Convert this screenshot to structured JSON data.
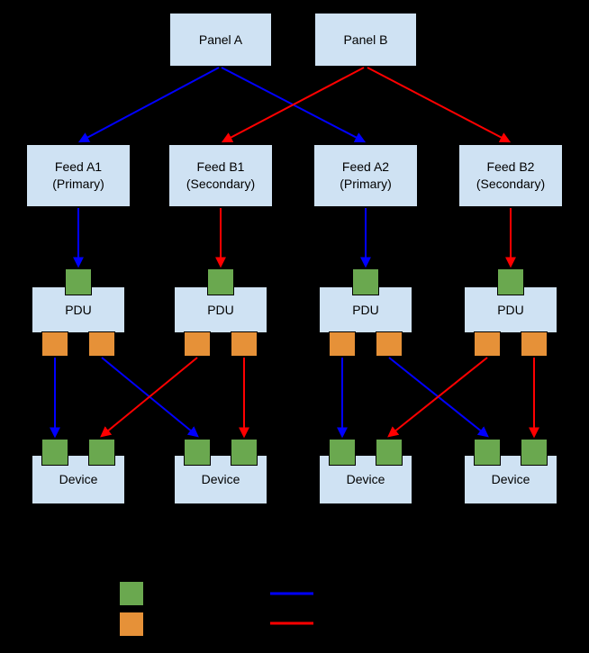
{
  "diagram": {
    "panels": [
      {
        "label": "Panel A"
      },
      {
        "label": "Panel B"
      }
    ],
    "feeds": [
      {
        "line1": "Feed A1",
        "line2": "(Primary)"
      },
      {
        "line1": "Feed B1",
        "line2": "(Secondary)"
      },
      {
        "line1": "Feed A2",
        "line2": "(Primary)"
      },
      {
        "line1": "Feed B2",
        "line2": "(Secondary)"
      }
    ],
    "pdus": [
      {
        "label": "PDU"
      },
      {
        "label": "PDU"
      },
      {
        "label": "PDU"
      },
      {
        "label": "PDU"
      }
    ],
    "devices": [
      {
        "label": "Device"
      },
      {
        "label": "Device"
      },
      {
        "label": "Device"
      },
      {
        "label": "Device"
      }
    ],
    "connections": [
      {
        "from": "Panel A",
        "to": "Feed A1 (Primary)",
        "path": "blue"
      },
      {
        "from": "Panel A",
        "to": "Feed A2 (Primary)",
        "path": "blue"
      },
      {
        "from": "Panel B",
        "to": "Feed B1 (Secondary)",
        "path": "red"
      },
      {
        "from": "Panel B",
        "to": "Feed B2 (Secondary)",
        "path": "red"
      },
      {
        "from": "Feed A1 (Primary)",
        "to": "PDU 1 input port",
        "path": "blue"
      },
      {
        "from": "Feed B1 (Secondary)",
        "to": "PDU 2 input port",
        "path": "red"
      },
      {
        "from": "Feed A2 (Primary)",
        "to": "PDU 3 input port",
        "path": "blue"
      },
      {
        "from": "Feed B2 (Secondary)",
        "to": "PDU 4 input port",
        "path": "red"
      },
      {
        "from": "PDU 1 left output port",
        "to": "Device 1 left input port",
        "path": "blue"
      },
      {
        "from": "PDU 1 right output port",
        "to": "Device 2 left input port",
        "path": "blue"
      },
      {
        "from": "PDU 2 left output port",
        "to": "Device 1 right input port",
        "path": "red"
      },
      {
        "from": "PDU 2 right output port",
        "to": "Device 2 right input port",
        "path": "red"
      },
      {
        "from": "PDU 3 left output port",
        "to": "Device 3 left input port",
        "path": "blue"
      },
      {
        "from": "PDU 3 right output port",
        "to": "Device 4 left input port",
        "path": "blue"
      },
      {
        "from": "PDU 4 left output port",
        "to": "Device 3 right input port",
        "path": "red"
      },
      {
        "from": "PDU 4 right output port",
        "to": "Device 4 right input port",
        "path": "red"
      }
    ]
  },
  "legend": {
    "items": [
      {
        "swatch": "green-square"
      },
      {
        "swatch": "orange-square"
      },
      {
        "swatch": "blue-line"
      },
      {
        "swatch": "red-line"
      }
    ]
  },
  "colors": {
    "background": "#000000",
    "box_fill": "#cfe2f3",
    "port_green": "#6aa84f",
    "port_orange": "#e69138",
    "line_blue": "#0000ff",
    "line_red": "#ff0000"
  }
}
